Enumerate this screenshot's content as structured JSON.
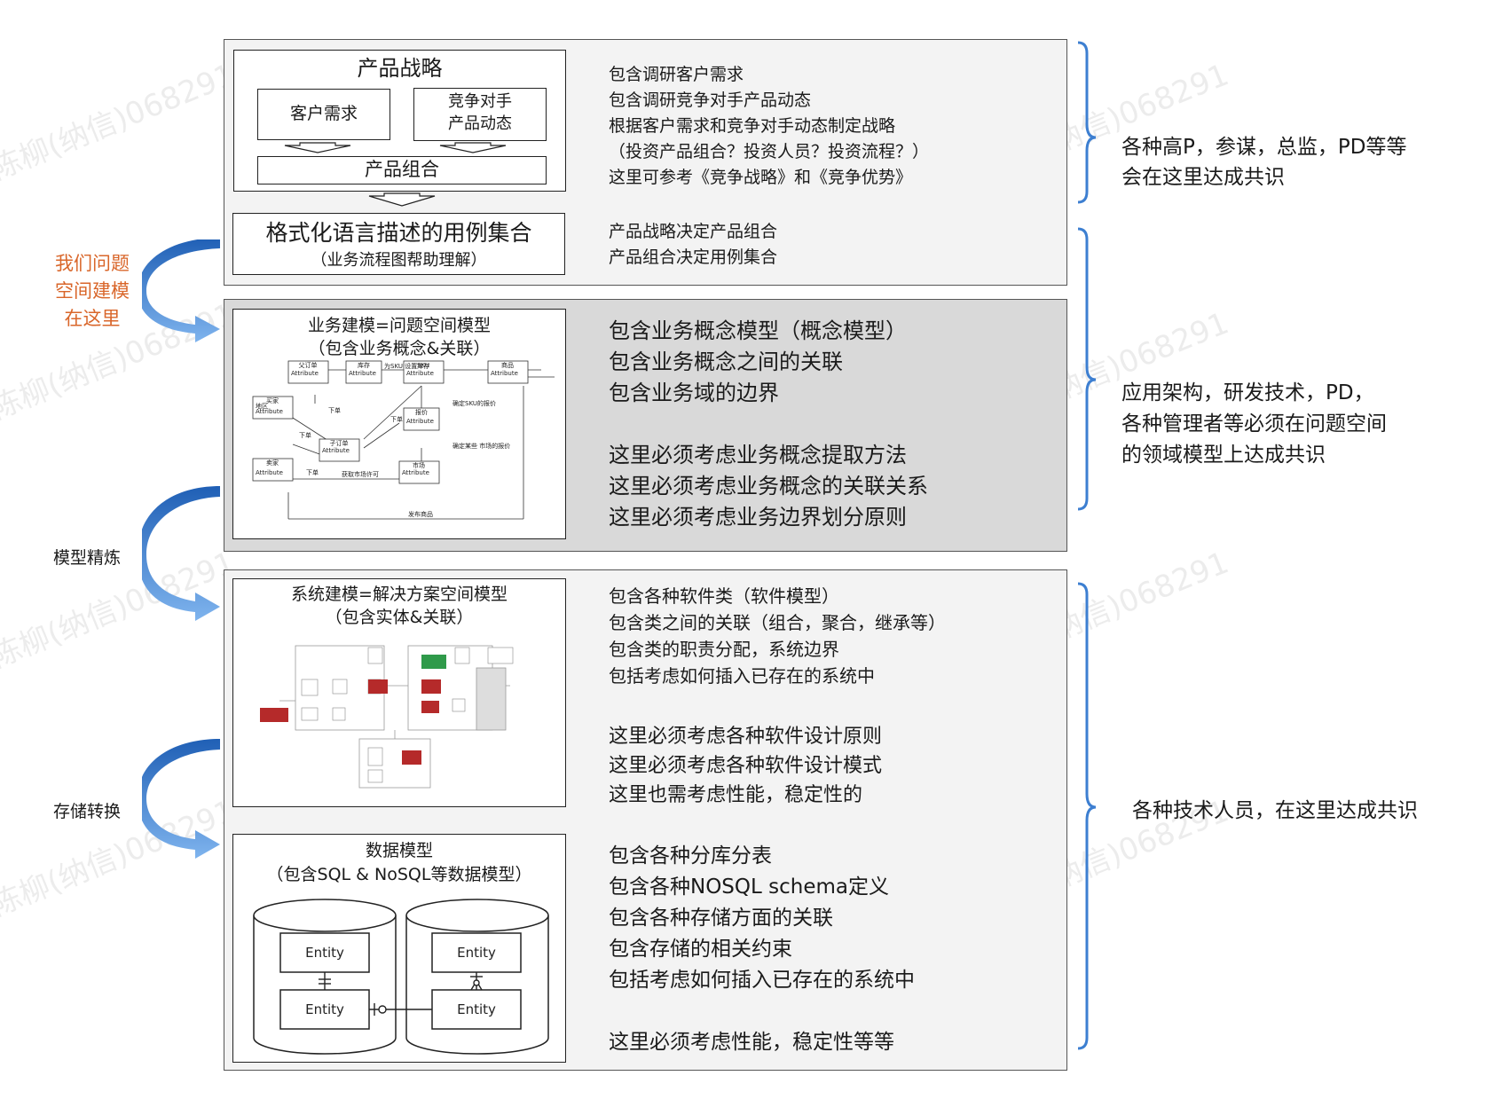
{
  "watermark": "陈柳(纳信)068291",
  "colors": {
    "accent_blue": "#3d7fd1",
    "accent_orange": "#d9662a",
    "er_red": "#b52a2a",
    "er_green": "#2f9a4a"
  },
  "strategy": {
    "title": "产品战略",
    "box_customer": "客户需求",
    "box_competitor_l1": "竞争对手",
    "box_competitor_l2": "产品动态",
    "box_portfolio": "产品组合",
    "desc": [
      "包含调研客户需求",
      "包含调研竞争对手产品动态",
      "根据客户需求和竞争对手动态制定战略",
      "（投资产品组合？投资人员？投资流程？）",
      "这里可参考《竞争战略》和《竞争优势》"
    ]
  },
  "usecase": {
    "title": "格式化语言描述的用例集合",
    "subtitle": "（业务流程图帮助理解）",
    "desc": [
      "产品战略决定产品组合",
      "产品组合决定用例集合"
    ]
  },
  "business": {
    "title": "业务建模=问题空间模型",
    "subtitle": "（包含业务概念&关联）",
    "desc": [
      "包含业务概念模型（概念模型）",
      "包含业务概念之间的关联",
      "包含业务域的边界",
      "",
      "这里必须考虑业务概念提取方法",
      "这里必须考虑业务概念的关联关系",
      "这里必须考虑业务边界划分原则"
    ],
    "diagram": {
      "entities": [
        "父订单",
        "库存",
        "SKU",
        "商品",
        "买家",
        "报价",
        "子订单",
        "卖家",
        "市场"
      ],
      "attribute": "Attribute",
      "labels": [
        "为SKU\n设置库存",
        "下单",
        "下单",
        "下单",
        "确定SKU的报价",
        "确定某些\n市场的报价",
        "获取市场许可",
        "发布商品",
        "地区",
        "下单"
      ]
    }
  },
  "system": {
    "title": "系统建模=解决方案空间模型",
    "subtitle": "（包含实体&关联）",
    "desc": [
      "包含各种软件类（软件模型）",
      "包含类之间的关联（组合，聚合，继承等）",
      "包含类的职责分配，系统边界",
      "包括考虑如何插入已存在的系统中",
      "",
      "这里必须考虑各种软件设计原则",
      "这里必须考虑各种软件设计模式",
      "这里也需考虑性能，稳定性的"
    ]
  },
  "data": {
    "title": "数据模型",
    "subtitle": "（包含SQL & NoSQL等数据模型）",
    "entity": "Entity",
    "desc": [
      "包含各种分库分表",
      "包含各种NOSQL schema定义",
      "包含各种存储方面的关联",
      "包含存储的相关约束",
      "包括考虑如何插入已存在的系统中",
      "",
      "这里必须考虑性能，稳定性等等"
    ]
  },
  "left_labels": {
    "problem_space": [
      "我们问题",
      "空间建模",
      "在这里"
    ],
    "refine": "模型精炼",
    "storage": "存储转换"
  },
  "right_labels": {
    "top": [
      "各种高P，参谋，总监，PD等等",
      "会在这里达成共识"
    ],
    "middle": [
      "应用架构，研发技术，PD，",
      "各种管理者等必须在问题空间",
      "的领域模型上达成共识"
    ],
    "bottom": "各种技术人员，在这里达成共识"
  }
}
